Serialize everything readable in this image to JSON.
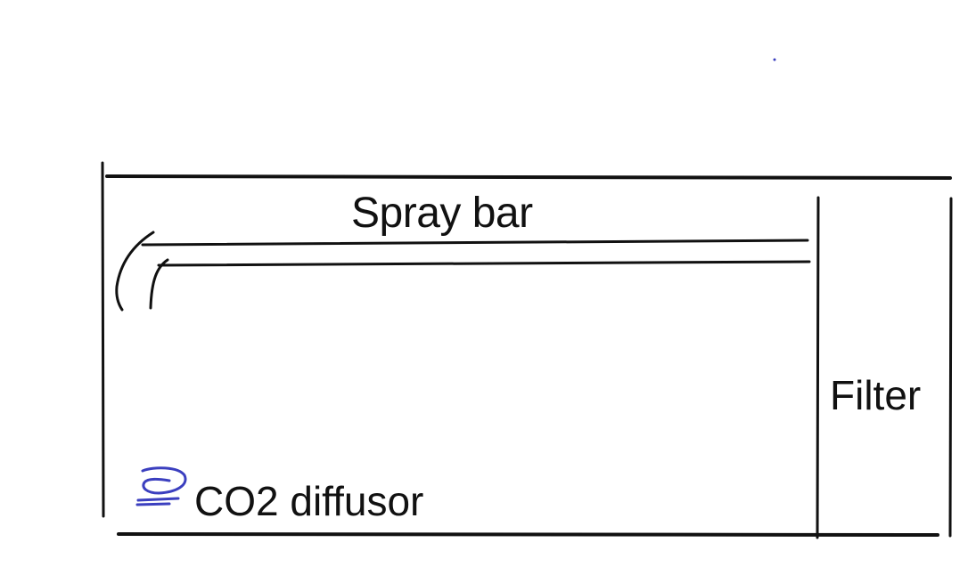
{
  "labels": {
    "spray_bar": "Spray bar",
    "filter": "Filter",
    "co2_diffusor": "CO2 diffusor"
  },
  "colors": {
    "ink": "#111111",
    "diffusor_ink": "#3b3fbf",
    "background": "#ffffff"
  }
}
